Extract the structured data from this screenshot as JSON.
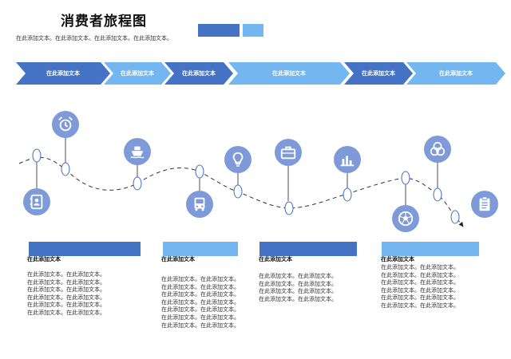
{
  "title": "消费者旅程图",
  "subtitle": "在此添加文本。在此添加文本。在此添加文本。在此添加文本。",
  "colors": {
    "dark": "#4472c4",
    "light": "#73b6f0",
    "icon": "#7f9ad8"
  },
  "stages": [
    {
      "label": "在此添加文本",
      "tone": "dark"
    },
    {
      "label": "在此添加文本",
      "tone": "light"
    },
    {
      "label": "在此添加文本",
      "tone": "dark"
    },
    {
      "label": "在此添加文本",
      "tone": "light"
    },
    {
      "label": "在此添加文本",
      "tone": "dark"
    },
    {
      "label": "在此添加文本",
      "tone": "light"
    }
  ],
  "icons": [
    {
      "name": "contact-card-icon"
    },
    {
      "name": "alarm-clock-icon"
    },
    {
      "name": "ship-icon"
    },
    {
      "name": "bus-icon"
    },
    {
      "name": "lightbulb-icon"
    },
    {
      "name": "briefcase-icon"
    },
    {
      "name": "bar-chart-icon"
    },
    {
      "name": "soccer-ball-icon"
    },
    {
      "name": "venn-circles-icon"
    },
    {
      "name": "clipboard-icon"
    }
  ],
  "panels": [
    {
      "tone": "dark",
      "heading": "在此添加文本",
      "body": "在此添加文本。在此添加文本。\n在此添加文本。在此添加文本。\n在此添加文本。在此添加文本。\n在此添加文本。在此添加文本。\n在此添加文本。在此添加文本。\n在此添加文本。在此添加文本。"
    },
    {
      "tone": "light",
      "heading": "在此添加文本",
      "body": "在此添加文本。在此添加文本。\n在此添加文本。在此添加文本。\n在此添加文本。在此添加文本。\n在此添加文本。在此添加文本。\n在此添加文本。在此添加文本。\n在此添加文本。在此添加文本。\n在此添加文本。在此添加文本。"
    },
    {
      "tone": "dark",
      "heading": "在此添加文本",
      "body": "在此添加文本。在此添加文本。\n在此添加文本。在此添加文本。\n在此添加文本。在此添加文本。\n在此添加文本。在此添加文本。"
    },
    {
      "tone": "light",
      "heading": "在此添加文本",
      "body": "在此添加文本。在此添加文本。\n在此添加文本。在此添加文本。\n在此添加文本。在此添加文本。\n在此添加文本。在此添加文本。\n在此添加文本。在此添加文本。\n在此添加文本。在此添加文本。"
    }
  ]
}
